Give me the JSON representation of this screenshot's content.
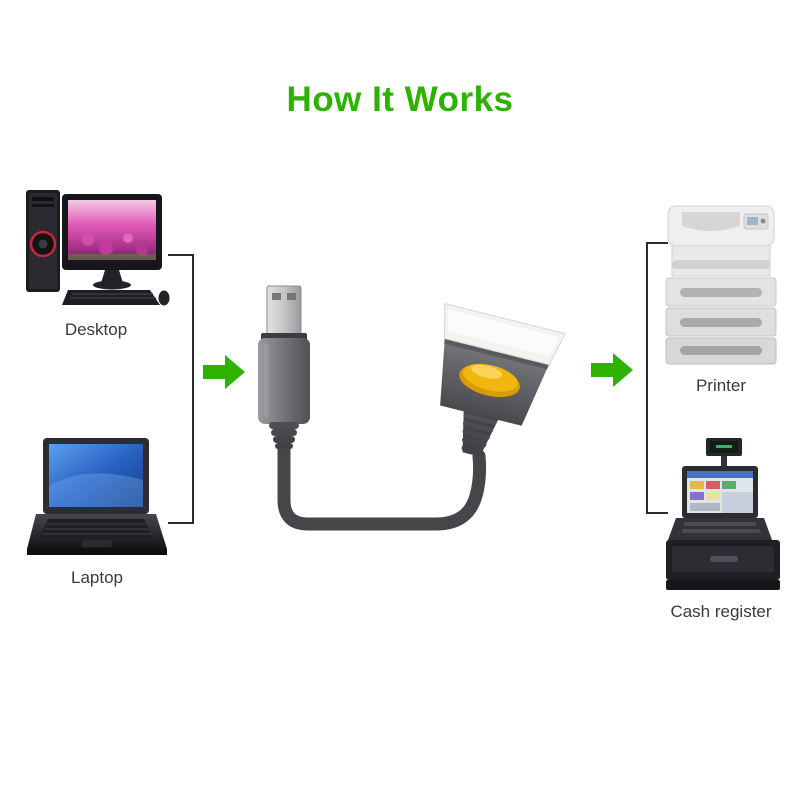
{
  "title": "How It Works",
  "colors": {
    "accent_green": "#2db200",
    "bracket_line": "#2b2b2b",
    "label_text": "#3a3a3a",
    "connector_yellow": "#f2b70e",
    "cable_gray": "#46464a"
  },
  "left_devices": [
    {
      "label": "Desktop",
      "icon": "desktop-pc-illustration"
    },
    {
      "label": "Laptop",
      "icon": "laptop-illustration"
    }
  ],
  "right_devices": [
    {
      "label": "Printer",
      "icon": "printer-illustration"
    },
    {
      "label": "Cash register",
      "icon": "cash-register-illustration"
    }
  ],
  "center": {
    "icon": "usb-to-parallel-cable-illustration"
  },
  "arrows": {
    "left": "green-right-arrow",
    "right": "green-right-arrow"
  }
}
